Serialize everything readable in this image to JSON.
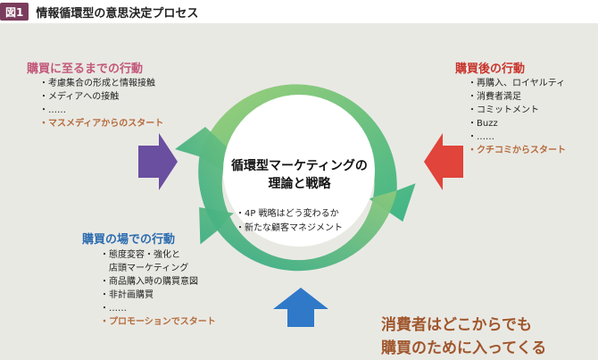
{
  "figure": {
    "badge": "図1",
    "title": "情報循環型の意思決定プロセス"
  },
  "center": {
    "title_line1": "循環型マーケティングの",
    "title_line2": "理論と戦略",
    "items": [
      "・4P 戦略はどう変わるか",
      "・新たな顧客マネジメント"
    ]
  },
  "before_purchase": {
    "title": "購買に至るまでの行動",
    "items": [
      "・考慮集合の形成と情報接触",
      "・メディアへの接触",
      "・……"
    ],
    "start": "・マスメディアからのスタート",
    "color": "#c2577a"
  },
  "after_purchase": {
    "title": "購買後の行動",
    "items": [
      "・再購入、ロイヤルティ",
      "・消費者満足",
      "・コミットメント",
      "・Buzz",
      "・……"
    ],
    "start": "・クチコミからスタート",
    "color": "#c8342c"
  },
  "at_store": {
    "title": "購買の場での行動",
    "items": [
      "・態度変容・強化と",
      "　店頭マーケティング",
      "・商品購入時の購買意図",
      "・非計画購買",
      "・……"
    ],
    "start": "・プロモーションでスタート",
    "color": "#2b6cb0"
  },
  "slogan": {
    "line1": "消費者はどこからでも",
    "line2": "購買のために入ってくる"
  },
  "arrows": {
    "left": {
      "icon": "right-arrow-icon",
      "color": "#6a4ea0"
    },
    "right": {
      "icon": "left-arrow-icon",
      "color": "#e0443a"
    },
    "bottom": {
      "icon": "up-arrow-icon",
      "color": "#2f79c8"
    }
  },
  "ring_colors": {
    "light": "#9fd07a",
    "dark": "#2faa86"
  }
}
